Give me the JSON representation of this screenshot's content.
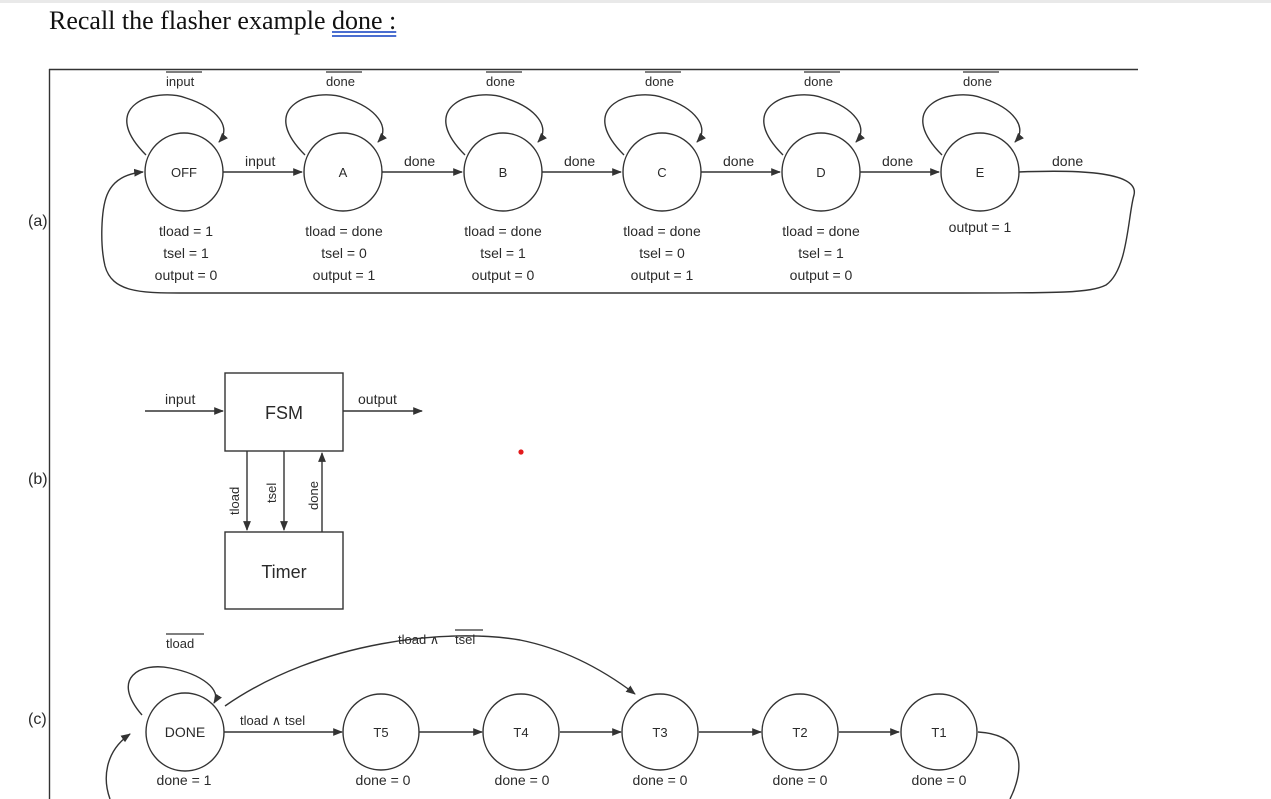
{
  "heading": {
    "text": "Recall the flasher example",
    "link": "done :"
  },
  "part_labels": {
    "a": "(a)",
    "b": "(b)",
    "c": "(c)"
  },
  "fsm_a": {
    "states": [
      {
        "name": "OFF",
        "self_loop": "input",
        "out_edge": "input",
        "actions": [
          "tload = 1",
          "tsel = 1",
          "output = 0"
        ]
      },
      {
        "name": "A",
        "self_loop": "done",
        "out_edge": "done",
        "actions": [
          "tload = done",
          "tsel = 0",
          "output = 1"
        ]
      },
      {
        "name": "B",
        "self_loop": "done",
        "out_edge": "done",
        "actions": [
          "tload = done",
          "tsel = 1",
          "output = 0"
        ]
      },
      {
        "name": "C",
        "self_loop": "done",
        "out_edge": "done",
        "actions": [
          "tload = done",
          "tsel = 0",
          "output = 1"
        ]
      },
      {
        "name": "D",
        "self_loop": "done",
        "out_edge": "done",
        "actions": [
          "tload = done",
          "tsel = 1",
          "output = 0"
        ]
      },
      {
        "name": "E",
        "self_loop": "done",
        "out_edge": "done",
        "actions": [
          "output = 1"
        ]
      }
    ]
  },
  "block_b": {
    "fsm_label": "FSM",
    "timer_label": "Timer",
    "input_label": "input",
    "output_label": "output",
    "signals": [
      "tload",
      "tsel",
      "done"
    ]
  },
  "fsm_c": {
    "states": [
      {
        "name": "DONE",
        "action": "done = 1"
      },
      {
        "name": "T5",
        "action": "done = 0"
      },
      {
        "name": "T4",
        "action": "done = 0"
      },
      {
        "name": "T3",
        "action": "done = 0"
      },
      {
        "name": "T2",
        "action": "done = 0"
      },
      {
        "name": "T1",
        "action": "done = 0"
      }
    ],
    "self_loop": "tload",
    "edge_to_t5": "tload ∧ tsel",
    "edge_to_t3_prefix": "tload ∧",
    "edge_to_t3_negated": "tsel"
  },
  "colors": {
    "stroke": "#333333",
    "marker": "#e31a1c"
  }
}
